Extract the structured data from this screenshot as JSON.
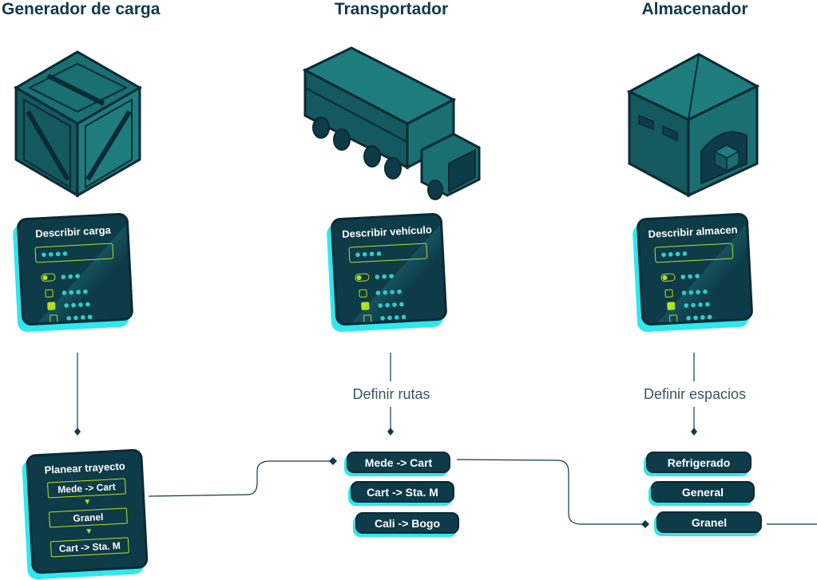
{
  "columns": [
    {
      "title": "Generador de carga",
      "card_title": "Describir carga",
      "icon": "crate-icon"
    },
    {
      "title": "Transportador",
      "card_title": "Describir vehículo",
      "icon": "truck-icon"
    },
    {
      "title": "Almacenador",
      "card_title": "Describir almacen",
      "icon": "warehouse-icon"
    }
  ],
  "edge_labels": {
    "routes": "Definir rutas",
    "spaces": "Definir espacios"
  },
  "plan": {
    "title": "Planear trayecto",
    "steps": [
      "Mede -> Cart",
      "Granel",
      "Cart -> Sta. M"
    ]
  },
  "routes": [
    "Mede -> Cart",
    "Cart -> Sta. M",
    "Cali -> Bogo"
  ],
  "spaces": [
    "Refrigerado",
    "General",
    "Granel"
  ],
  "card_placeholder": "●●●●",
  "card_rows": [
    "●●●",
    "●●●●",
    "●●●●",
    "●●●●"
  ],
  "colors": {
    "dark": "#0e3b48",
    "accent": "#2de8ef",
    "lime": "#b9e21c",
    "teal": "#1a6f70"
  }
}
